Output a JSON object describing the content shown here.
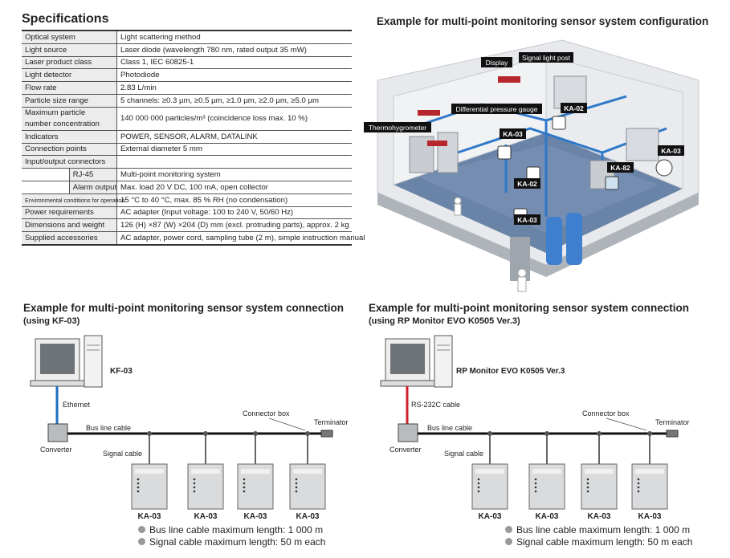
{
  "spec": {
    "title": "Specifications",
    "rows": [
      {
        "k": "Optical system",
        "v": "Light scattering method"
      },
      {
        "k": "Light source",
        "v": "Laser diode (wavelength 780 nm, rated output 35 mW)"
      },
      {
        "k": "Laser product class",
        "v": "Class 1, IEC 60825-1"
      },
      {
        "k": "Light detector",
        "v": "Photodiode"
      },
      {
        "k": "Flow rate",
        "v": "2.83 L/min"
      },
      {
        "k": "Particle size range",
        "v": "5 channels: ≥0.3 µm, ≥0.5 µm, ≥1.0 µm, ≥2.0 µm, ≥5.0 µm"
      },
      {
        "k": "Maximum particle number concentration",
        "v": "140 000 000 particles/m³ (coincidence loss max. 10 %)"
      },
      {
        "k": "Indicators",
        "v": "POWER, SENSOR, ALARM, DATALINK"
      },
      {
        "k": "Connection points",
        "v": "External diameter 5 mm"
      },
      {
        "k": "Input/output connectors",
        "v": ""
      },
      {
        "k": "RJ-45",
        "v": "Multi-point monitoring system"
      },
      {
        "k": "Alarm output",
        "v": "Max. load 20 V DC, 100 mA, open collector"
      },
      {
        "k": "Environmental conditions for operation",
        "v": "15 °C to 40 °C, max. 85 % RH (no condensation)"
      },
      {
        "k": "Power requirements",
        "v": "AC adapter (Input voltage: 100 to 240 V, 50/60 Hz)"
      },
      {
        "k": "Dimensions and weight",
        "v": "126 (H) ×87 (W) ×204 (D) mm (excl. protruding parts), approx. 2 kg"
      },
      {
        "k": "Supplied accessories",
        "v": "AC adapter, power cord, sampling tube (2 m), simple instruction manual"
      }
    ]
  },
  "config": {
    "title": "Example for multi-point monitoring sensor system configuration",
    "labels": {
      "display": "Display",
      "signal_light": "Signal light post",
      "diff_pressure": "Differential pressure gauge",
      "thermo": "Thermohygrometer",
      "ka02a": "KA-02",
      "ka03a": "KA-03",
      "ka03b": "KA-03",
      "ka82": "KA-82",
      "ka02b": "KA-02",
      "ka03c": "KA-03"
    }
  },
  "conn_left": {
    "title": "Example for multi-point monitoring sensor system connection",
    "subtitle": "(using KF-03)",
    "host": "KF-03",
    "link": "Ethernet",
    "converter": "Converter",
    "bus": "Bus line cable",
    "signal": "Signal cable",
    "box": "Connector box",
    "term": "Terminator",
    "sensors": [
      "KA-03",
      "KA-03",
      "KA-03",
      "KA-03"
    ],
    "link_color": "#1a6fc4",
    "notes": [
      "Bus line cable maximum length: 1 000 m",
      "Signal cable maximum length: 50 m each"
    ]
  },
  "conn_right": {
    "title": "Example for multi-point monitoring sensor system connection",
    "subtitle": "(using RP Monitor EVO K0505 Ver.3)",
    "host": "RP Monitor EVO K0505  Ver.3",
    "link": "RS-232C cable",
    "converter": "Converter",
    "bus": "Bus line cable",
    "signal": "Signal cable",
    "box": "Connector box",
    "term": "Terminator",
    "sensors": [
      "KA-03",
      "KA-03",
      "KA-03",
      "KA-03"
    ],
    "link_color": "#d21e2b",
    "notes": [
      "Bus line cable maximum length: 1 000 m",
      "Signal cable maximum length: 50 m each"
    ]
  }
}
